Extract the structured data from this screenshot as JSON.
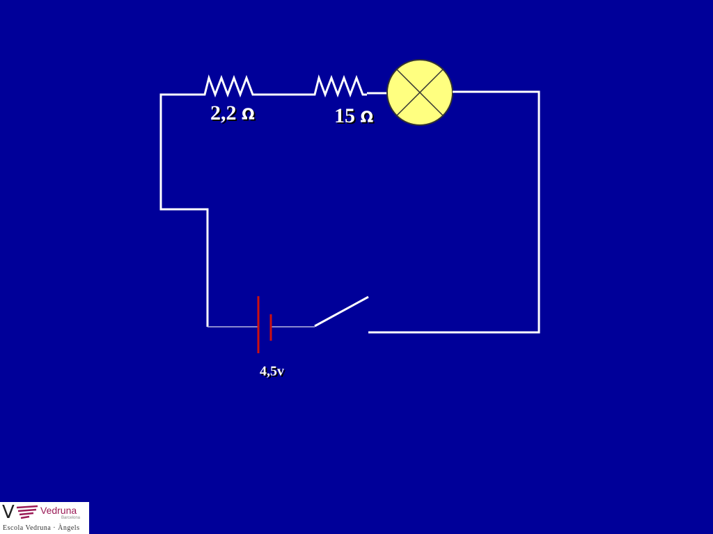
{
  "circuit": {
    "resistor_1": {
      "value": "2,2",
      "unit": "Ω"
    },
    "resistor_2": {
      "value": "15",
      "unit": "Ω"
    },
    "battery": {
      "voltage": "4,5v"
    },
    "colors": {
      "background": "#000099",
      "wire": "#ffffff",
      "battery_plate": "#cc1111",
      "lamp_fill": "#ffff80"
    }
  },
  "logo": {
    "mark": "V",
    "name": "Vedruna",
    "city": "Barcelona",
    "school": "Escola Vedruna · Àngels"
  }
}
